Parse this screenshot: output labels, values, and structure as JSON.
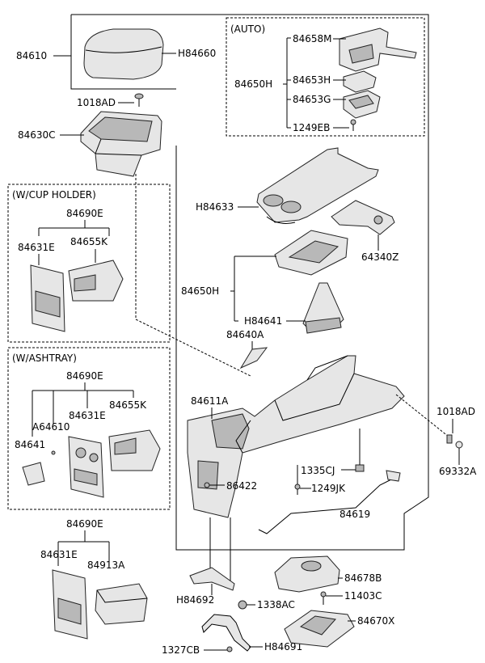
{
  "groups": {
    "auto": "(AUTO)",
    "cup_holder": "(W/CUP HOLDER)",
    "ashtray": "(W/ASHTRAY)"
  },
  "labels": {
    "p84610": "84610",
    "pH84660": "H84660",
    "p84658M": "84658M",
    "p84650H_top": "84650H",
    "p84653H": "84653H",
    "p84653G": "84653G",
    "p1249EB": "1249EB",
    "p1018AD_top": "1018AD",
    "p84630C": "84630C",
    "pH84633": "H84633",
    "p64340Z": "64340Z",
    "p84650H_mid": "84650H",
    "pH84641": "H84641",
    "p84640A": "84640A",
    "p84690E_cup": "84690E",
    "p84631E_cup": "84631E",
    "p84655K_cup": "84655K",
    "p84690E_ash": "84690E",
    "p84631E_ash": "84631E",
    "p84655K_ash": "84655K",
    "pA64610": "A64610",
    "p84641": "84641",
    "p84611A": "84611A",
    "p86422": "86422",
    "p1335CJ": "1335CJ",
    "p1249JK": "1249JK",
    "p84619": "84619",
    "p1018AD_right": "1018AD",
    "p69332A": "69332A",
    "p84690E_bot": "84690E",
    "p84631E_bot": "84631E",
    "p84913A": "84913A",
    "pH84692": "H84692",
    "p1338AC": "1338AC",
    "p1327CB": "1327CB",
    "pH84691": "H84691",
    "p84678B": "84678B",
    "p11403C": "11403C",
    "p84670X": "84670X"
  }
}
